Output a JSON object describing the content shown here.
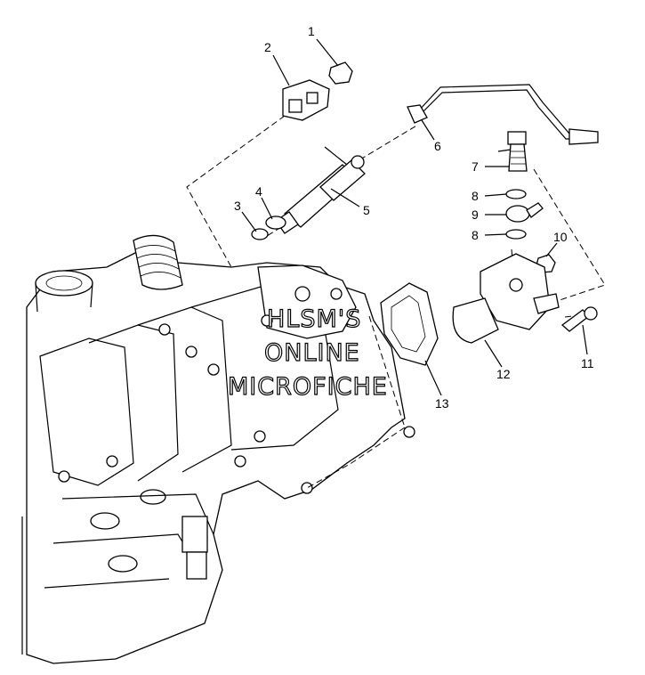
{
  "callouts": [
    "1",
    "2",
    "3",
    "4",
    "5",
    "6",
    "7",
    "8",
    "9",
    "8",
    "10",
    "11",
    "12",
    "13"
  ],
  "watermark": {
    "line1": "HLSM'S",
    "line2": "ONLINE",
    "line3": "MICROFICHE"
  }
}
